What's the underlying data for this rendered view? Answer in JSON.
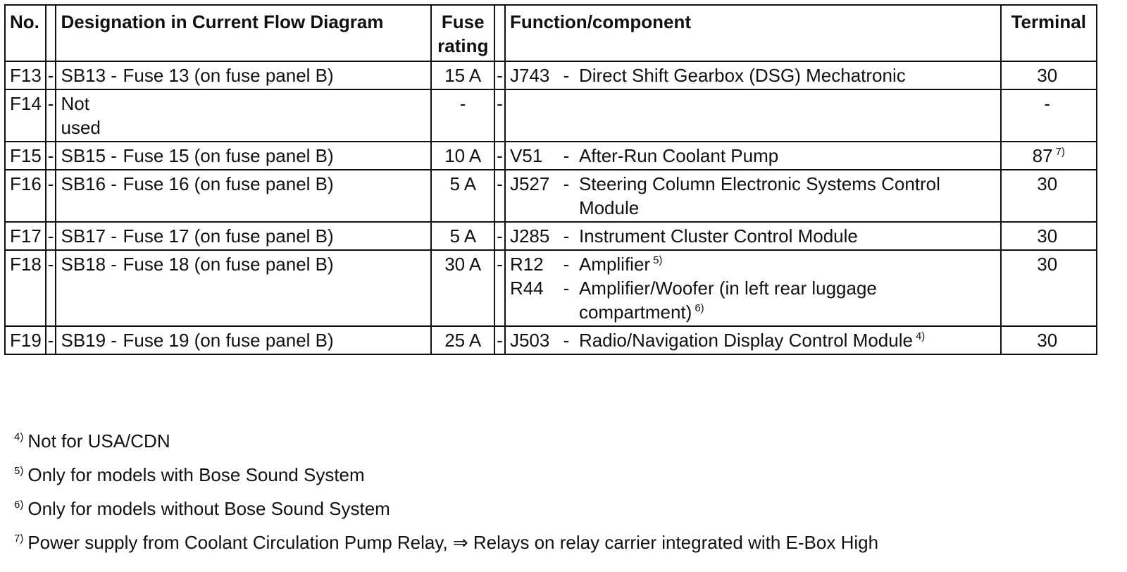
{
  "table": {
    "headers": {
      "no": "No.",
      "designation": "Designation in Current Flow Diagram",
      "fuse_rating": "Fuse rating",
      "function": "Function/component",
      "terminal": "Terminal"
    },
    "rows": [
      {
        "no": "F13",
        "sep1": "-",
        "code": "SB13 -",
        "desc": "Fuse 13 (on fuse panel B)",
        "rating": "15 A",
        "sep2": "-",
        "func_code": "J743",
        "func_dash": "-",
        "func_text": "Direct Shift Gearbox (DSG) Mechatronic",
        "func_note": "",
        "func_code2": "",
        "func_dash2": "",
        "func_text2": "",
        "func_note2": "",
        "terminal": "30",
        "terminal_note": ""
      },
      {
        "no": "F14",
        "sep1": "-",
        "code": "Not used",
        "desc": "",
        "rating": "-",
        "sep2": "-",
        "func_code": "",
        "func_dash": "",
        "func_text": "",
        "func_note": "",
        "func_code2": "",
        "func_dash2": "",
        "func_text2": "",
        "func_note2": "",
        "terminal": "-",
        "terminal_note": ""
      },
      {
        "no": "F15",
        "sep1": "-",
        "code": "SB15 -",
        "desc": "Fuse 15 (on fuse panel B)",
        "rating": "10 A",
        "sep2": "-",
        "func_code": "V51",
        "func_dash": "-",
        "func_text": "After-Run Coolant Pump",
        "func_note": "",
        "func_code2": "",
        "func_dash2": "",
        "func_text2": "",
        "func_note2": "",
        "terminal": "87",
        "terminal_note": "7)"
      },
      {
        "no": "F16",
        "sep1": "-",
        "code": "SB16 -",
        "desc": "Fuse 16 (on fuse panel B)",
        "rating": "5 A",
        "sep2": "-",
        "func_code": "J527",
        "func_dash": "-",
        "func_text": "Steering Column Electronic Systems Control Module",
        "func_note": "",
        "func_code2": "",
        "func_dash2": "",
        "func_text2": "",
        "func_note2": "",
        "terminal": "30",
        "terminal_note": ""
      },
      {
        "no": "F17",
        "sep1": "-",
        "code": "SB17 -",
        "desc": "Fuse 17 (on fuse panel B)",
        "rating": "5 A",
        "sep2": "-",
        "func_code": "J285",
        "func_dash": "-",
        "func_text": "Instrument Cluster Control Module",
        "func_note": "",
        "func_code2": "",
        "func_dash2": "",
        "func_text2": "",
        "func_note2": "",
        "terminal": "30",
        "terminal_note": ""
      },
      {
        "no": "F18",
        "sep1": "-",
        "code": "SB18 -",
        "desc": "Fuse 18 (on fuse panel B)",
        "rating": "30 A",
        "sep2": "-",
        "func_code": "R12",
        "func_dash": "-",
        "func_text": "Amplifier",
        "func_note": "5)",
        "func_code2": "R44",
        "func_dash2": "-",
        "func_text2": "Amplifier/Woofer (in left rear luggage compartment)",
        "func_note2": "6)",
        "terminal": "30",
        "terminal_note": ""
      },
      {
        "no": "F19",
        "sep1": "-",
        "code": "SB19 -",
        "desc": "Fuse 19 (on fuse panel B)",
        "rating": "25 A",
        "sep2": "-",
        "func_code": "J503",
        "func_dash": "-",
        "func_text": "Radio/Navigation Display Control Module",
        "func_note": "4)",
        "func_code2": "",
        "func_dash2": "",
        "func_text2": "",
        "func_note2": "",
        "terminal": "30",
        "terminal_note": ""
      }
    ]
  },
  "footnotes": [
    {
      "mark": "4)",
      "text": "Not for USA/CDN"
    },
    {
      "mark": "5)",
      "text": "Only for models with Bose Sound System"
    },
    {
      "mark": "6)",
      "text": "Only for models without Bose Sound System"
    },
    {
      "mark": "7)",
      "text": "Power supply from Coolant Circulation Pump Relay, ⇒ Relays on relay carrier integrated with E-Box High"
    }
  ]
}
